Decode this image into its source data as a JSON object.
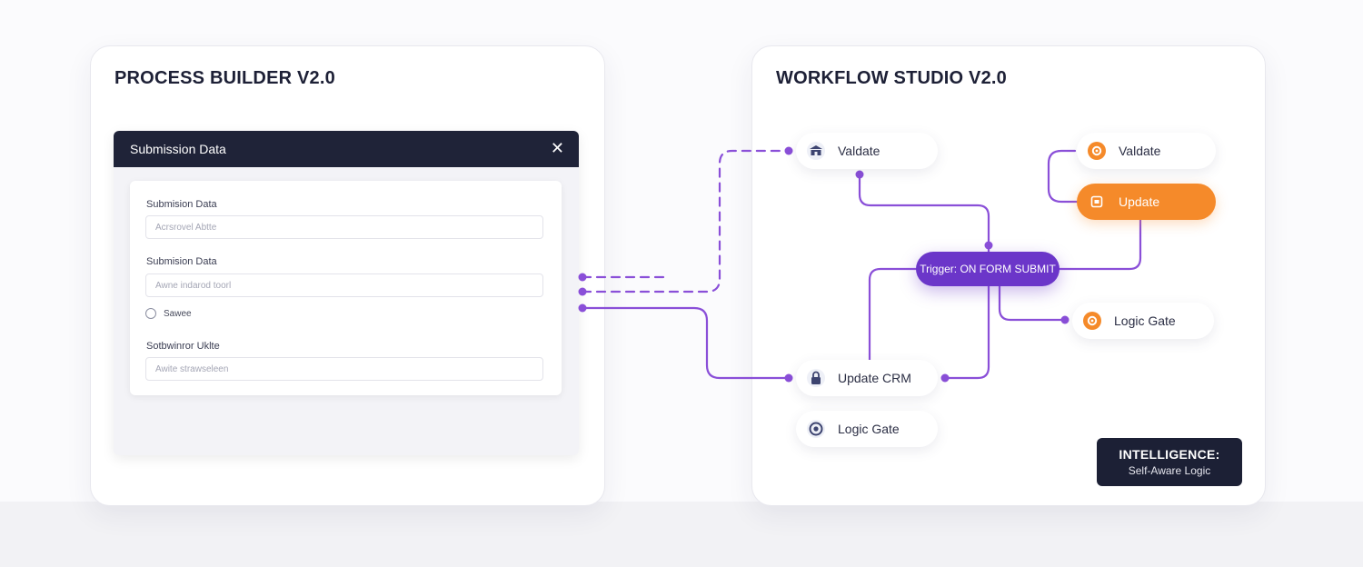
{
  "process_builder": {
    "title": "PROCESS BUILDER V2.0",
    "modal": {
      "title": "Submission Data",
      "close_icon": "close-icon",
      "fields": [
        {
          "label": "Submision Data",
          "placeholder": "Acrsrovel Abtte"
        },
        {
          "label": "Submision Data",
          "placeholder": "Awne indarod toorl"
        },
        {
          "label": "Sotbwinror Uklte",
          "placeholder": "Awite strawseleen"
        }
      ],
      "radio": {
        "label": "Sawee"
      }
    }
  },
  "workflow_studio": {
    "title": "WORKFLOW STUDIO V2.0",
    "nodes": {
      "validate_left": {
        "label": "Valdate",
        "icon": "building-icon"
      },
      "validate_right": {
        "label": "Valdate",
        "icon": "gear-icon"
      },
      "update": {
        "label": "Update",
        "icon": "document-icon"
      },
      "trigger": {
        "label": "Trigger: ON FORM SUBMIT"
      },
      "logic_gate_right": {
        "label": "Logic Gate",
        "icon": "gear-icon"
      },
      "update_crm": {
        "label": "Update CRM",
        "icon": "lock-icon"
      },
      "logic_gate_left": {
        "label": "Logic Gate",
        "icon": "shield-icon"
      }
    },
    "badge": {
      "title": "INTELLIGENCE:",
      "subtitle": "Self-Aware Logic"
    }
  },
  "colors": {
    "accent_purple": "#8a4fd8",
    "trigger_purple": "#6b36c9",
    "orange": "#f58a2a",
    "navy": "#1f2338"
  }
}
